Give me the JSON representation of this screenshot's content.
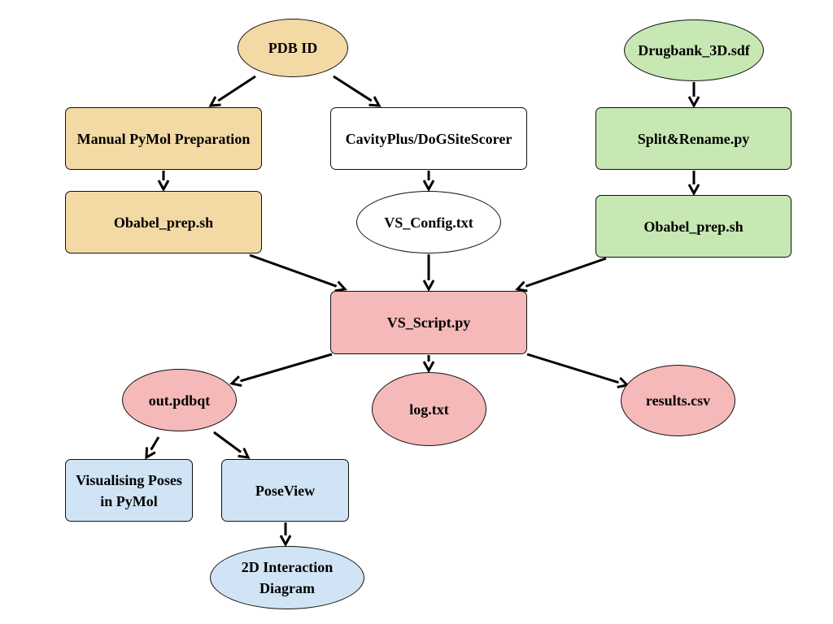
{
  "colors": {
    "tan": "#f3d9a4",
    "green": "#c7e7b3",
    "pink": "#f5b9b9",
    "blue": "#d0e4f5",
    "white": "#ffffff",
    "edge": "#000000"
  },
  "nodes": {
    "pdb_id": {
      "label": "PDB ID"
    },
    "drugbank": {
      "label": "Drugbank_3D.sdf"
    },
    "manual_pymol": {
      "label": "Manual PyMol Preparation"
    },
    "cavityplus": {
      "label": "CavityPlus/DoGSiteScorer"
    },
    "split_rename": {
      "label": "Split&Rename.py"
    },
    "obabel_prep_left": {
      "label": "Obabel_prep.sh"
    },
    "vs_config": {
      "label": "VS_Config.txt"
    },
    "obabel_prep_right": {
      "label": "Obabel_prep.sh"
    },
    "vs_script": {
      "label": "VS_Script.py"
    },
    "out_pdbqt": {
      "label": "out.pdbqt"
    },
    "log_txt": {
      "label": "log.txt"
    },
    "results_csv": {
      "label": "results.csv"
    },
    "visualising_poses": {
      "label": "Visualising Poses\nin PyMol"
    },
    "poseview": {
      "label": "PoseView"
    },
    "interaction_diagram": {
      "label": "2D Interaction\nDiagram"
    }
  },
  "edges": [
    [
      "pdb_id",
      "manual_pymol"
    ],
    [
      "pdb_id",
      "cavityplus"
    ],
    [
      "drugbank",
      "split_rename"
    ],
    [
      "manual_pymol",
      "obabel_prep_left"
    ],
    [
      "cavityplus",
      "vs_config"
    ],
    [
      "split_rename",
      "obabel_prep_right"
    ],
    [
      "obabel_prep_left",
      "vs_script"
    ],
    [
      "vs_config",
      "vs_script"
    ],
    [
      "obabel_prep_right",
      "vs_script"
    ],
    [
      "vs_script",
      "out_pdbqt"
    ],
    [
      "vs_script",
      "log_txt"
    ],
    [
      "vs_script",
      "results_csv"
    ],
    [
      "out_pdbqt",
      "visualising_poses"
    ],
    [
      "out_pdbqt",
      "poseview"
    ],
    [
      "poseview",
      "interaction_diagram"
    ]
  ]
}
